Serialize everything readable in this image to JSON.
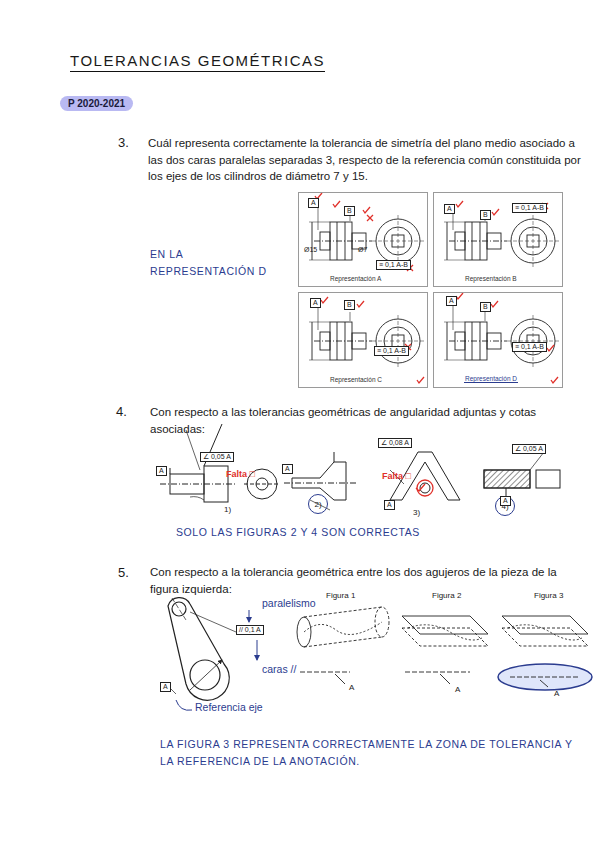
{
  "diagram": {
    "title": "TOLERANCIAS GEOMÉTRICAS",
    "nodes": [
      {
        "text": [
          "P 2020-2021"
        ]
      },
      {
        "text": [
          "Representación A"
        ]
      },
      {
        "text": [
          "Representación B"
        ]
      },
      {
        "text": [
          "Representación C"
        ]
      },
      {
        "text": [
          "Representación D"
        ]
      },
      {
        "text": [
          "2)"
        ]
      },
      {
        "text": [
          "4)"
        ]
      }
    ],
    "labels": [
      "3.",
      "Cuál representa correctamente la tolerancia de simetría del plano medio asociado a las dos caras paralelas separadas 3, respecto de la referencia común constituida por los ejes de los cilindros de diámetro 7 y 15.",
      "EN LA REPRESENTACIÓN D",
      "4.",
      "Con respecto a las tolerancias geométricas de angularidad adjuntas y cotas asociadas:",
      "1)",
      "3)",
      "Falta □",
      "Falta □",
      "SOLO LAS FIGURAS 2 Y 4 SON CORRECTAS",
      "5.",
      "Con respecto a la tolerancia geométrica entre los dos agujeros de la pieza de la figura izquierda:",
      "paralelismo",
      "caras //",
      "Referencia eje",
      "Figura 1",
      "Figura 2",
      "Figura 3",
      "A",
      "A",
      "A",
      "A",
      "// 0,1 A",
      "LA FIGURA 3 REPRESENTA CORRECTAMENTE LA ZONA DE TOLERANCIA Y LA REFERENCIA DE LA ANOTACIÓN.",
      "A",
      "B",
      "A",
      "B",
      "A",
      "B",
      "A",
      "B",
      "≡ 0,1 A-B",
      "≡ 0,1 A-B",
      "≡ 0,1 A-B",
      "≡ 0,1 A-B",
      "Ø15",
      "Ø7",
      "∠ 0,05 A",
      "A",
      "∠ 0,08 A",
      "A",
      "∠ 0,05 A",
      "A",
      "A"
    ]
  }
}
